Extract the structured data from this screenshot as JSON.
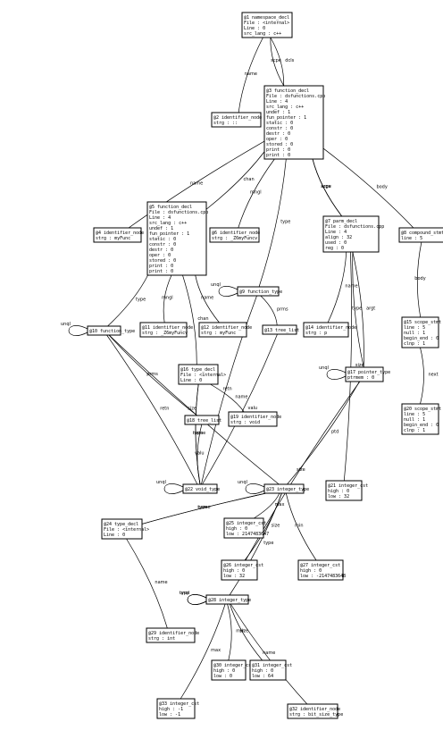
{
  "nodes": [
    {
      "id": "n1",
      "lines": [
        "@1 namespace_decl",
        "File : <internal>",
        "Line : 0",
        "src_lang : c++"
      ]
    },
    {
      "id": "n2",
      "lines": [
        "@2 identifier_node",
        "strg : ::"
      ]
    },
    {
      "id": "n3",
      "lines": [
        "@3 function_decl",
        "File : dsfunctions.cpp",
        "Line : 4",
        "src_lang : c++",
        "undef : 1",
        "fun_pointer : 1",
        "static : 0",
        "constr : 0",
        "destr : 0",
        "oper : 0",
        "stored : 0",
        "print : 0",
        "print : 0"
      ]
    },
    {
      "id": "n4",
      "lines": [
        "@4 identifier_node",
        "strg : myFunc"
      ]
    },
    {
      "id": "n5",
      "lines": [
        "@5 function_decl",
        "File : dsfunctions.cpp",
        "Line : 4",
        "src_lang : c++",
        "undef : 1",
        "fun_pointer : 1",
        "static : 0",
        "constr : 0",
        "destr : 0",
        "oper : 0",
        "stored : 0",
        "print : 0",
        "print : 0"
      ]
    },
    {
      "id": "n6",
      "lines": [
        "@6 identifier_node",
        "strg : _Z6myFuncv"
      ]
    },
    {
      "id": "n7",
      "lines": [
        "@7 parm_decl",
        "File : dsfunctions.cpp",
        "Line : 4",
        "align : 32",
        "used : 0",
        "reg : 0"
      ]
    },
    {
      "id": "n8",
      "lines": [
        "@8 compound_stmt",
        "line : 5"
      ]
    },
    {
      "id": "n9",
      "lines": [
        "@9 function_type"
      ]
    },
    {
      "id": "n10",
      "lines": [
        "@10 function_type"
      ]
    },
    {
      "id": "n11",
      "lines": [
        "@11 identifier_node",
        "strg : _Z6myFuncv"
      ]
    },
    {
      "id": "n12",
      "lines": [
        "@12 identifier_node",
        "strg : myFunc"
      ]
    },
    {
      "id": "n13",
      "lines": [
        "@13 tree_list"
      ]
    },
    {
      "id": "n14",
      "lines": [
        "@14 identifier_node",
        "strg : p"
      ]
    },
    {
      "id": "n15",
      "lines": [
        "@15 scope_stmt",
        "line : 5",
        "null : 1",
        "begin_end : 0",
        "clnp : 1"
      ]
    },
    {
      "id": "n16",
      "lines": [
        "@16 type_decl",
        "File : <internal>",
        "Line : 0"
      ]
    },
    {
      "id": "n17",
      "lines": [
        "@17 pointer_type",
        "ptrmem : 0"
      ]
    },
    {
      "id": "n18",
      "lines": [
        "@18 tree_list"
      ]
    },
    {
      "id": "n19",
      "lines": [
        "@19 identifier_node",
        "strg : void"
      ]
    },
    {
      "id": "n20",
      "lines": [
        "@20 scope_stmt",
        "line : 5",
        "null : 1",
        "begin_end : 0",
        "clnp : 1"
      ]
    },
    {
      "id": "n21",
      "lines": [
        "@21 integer_cst",
        "high : 0",
        "low : 32"
      ]
    },
    {
      "id": "n22",
      "lines": [
        "@22 void_type"
      ]
    },
    {
      "id": "n23",
      "lines": [
        "@23 integer_type"
      ]
    },
    {
      "id": "n24",
      "lines": [
        "@24 type_decl",
        "File : <internal>",
        "Line : 0"
      ]
    },
    {
      "id": "n25",
      "lines": [
        "@25 integer_cst",
        "high : 0",
        "low : 2147483647"
      ]
    },
    {
      "id": "n26",
      "lines": [
        "@26 integer_cst",
        "high : 0",
        "low : 32"
      ]
    },
    {
      "id": "n27",
      "lines": [
        "@27 integer_cst",
        "high : 0",
        "low : -2147483648"
      ]
    },
    {
      "id": "n28",
      "lines": [
        "@28 integer_type"
      ]
    },
    {
      "id": "n29",
      "lines": [
        "@29 identifier_node",
        "strg : int"
      ]
    },
    {
      "id": "n30",
      "lines": [
        "@30 integer_cst",
        "high : 0",
        "low : 0"
      ]
    },
    {
      "id": "n31",
      "lines": [
        "@31 integer_cst",
        "high : 0",
        "low : 64"
      ]
    },
    {
      "id": "n32",
      "lines": [
        "@32 identifier_node",
        "strg : bit_size_type"
      ]
    },
    {
      "id": "n33",
      "lines": [
        "@33 integer_cst",
        "high : -1",
        "low : -1"
      ]
    }
  ],
  "edges": [
    {
      "from": "n1",
      "to": "n2",
      "label": "name"
    },
    {
      "from": "n1",
      "to": "n3",
      "label": "dcls"
    },
    {
      "from": "n3",
      "to": "n4",
      "label": "name"
    },
    {
      "from": "n3",
      "to": "n5",
      "label": "chan"
    },
    {
      "from": "n3",
      "to": "n6",
      "label": "mngl"
    },
    {
      "from": "n3",
      "to": "n9",
      "label": "type"
    },
    {
      "from": "n3",
      "to": "n7",
      "label": "args"
    },
    {
      "from": "n3",
      "to": "n8",
      "label": "body"
    },
    {
      "from": "n3",
      "to": "n1",
      "label": "scpe"
    },
    {
      "from": "n5",
      "to": "n10",
      "label": "type"
    },
    {
      "from": "n5",
      "to": "n11",
      "label": "mngl"
    },
    {
      "from": "n5",
      "to": "n16",
      "label": "chan"
    },
    {
      "from": "n5",
      "to": "n12",
      "label": "name"
    },
    {
      "from": "n10",
      "to": "n10",
      "label": "unql"
    },
    {
      "from": "n9",
      "to": "n9",
      "label": "unql"
    },
    {
      "from": "n9",
      "to": "n13",
      "label": "prms"
    },
    {
      "from": "n9",
      "to": "n22",
      "label": "retn"
    },
    {
      "from": "n7",
      "to": "n14",
      "label": "name"
    },
    {
      "from": "n7",
      "to": "n17",
      "label": "type"
    },
    {
      "from": "n7",
      "to": "n17",
      "label": "argt"
    },
    {
      "from": "n7",
      "to": "n3",
      "label": "scpe"
    },
    {
      "from": "n7",
      "to": "n21",
      "label": "size"
    },
    {
      "from": "n8",
      "to": "n15",
      "label": "body"
    },
    {
      "from": "n15",
      "to": "n20",
      "label": "next"
    },
    {
      "from": "n10",
      "to": "n18",
      "label": "prms"
    },
    {
      "from": "n10",
      "to": "n22",
      "label": "retn"
    },
    {
      "from": "n10",
      "to": "n23",
      "label": "size"
    },
    {
      "from": "n16",
      "to": "n19",
      "label": "name"
    },
    {
      "from": "n16",
      "to": "n22",
      "label": "type"
    },
    {
      "from": "n13",
      "to": "n22",
      "label": "valu"
    },
    {
      "from": "n18",
      "to": "n22",
      "label": "valu"
    },
    {
      "from": "n17",
      "to": "n23",
      "label": "ptd"
    },
    {
      "from": "n17",
      "to": "n26",
      "label": "size"
    },
    {
      "from": "n17",
      "to": "n17",
      "label": "unql"
    },
    {
      "from": "n22",
      "to": "n16",
      "label": "name"
    },
    {
      "from": "n22",
      "to": "n22",
      "label": "unql"
    },
    {
      "from": "n23",
      "to": "n24",
      "label": "name"
    },
    {
      "from": "n23",
      "to": "n25",
      "label": "max"
    },
    {
      "from": "n23",
      "to": "n27",
      "label": "min"
    },
    {
      "from": "n23",
      "to": "n26",
      "label": "size"
    },
    {
      "from": "n23",
      "to": "n23",
      "label": "unql"
    },
    {
      "from": "n23",
      "to": "n28",
      "label": "type"
    },
    {
      "from": "n24",
      "to": "n23",
      "label": "type"
    },
    {
      "from": "n24",
      "to": "n29",
      "label": "name"
    },
    {
      "from": "n28",
      "to": "n28",
      "label": "type"
    },
    {
      "from": "n28",
      "to": "n28",
      "label": "unql"
    },
    {
      "from": "n28",
      "to": "n32",
      "label": "name"
    },
    {
      "from": "n28",
      "to": "n30",
      "label": "min"
    },
    {
      "from": "n28",
      "to": "n31",
      "label": "size"
    },
    {
      "from": "n28",
      "to": "n33",
      "label": "max"
    }
  ]
}
